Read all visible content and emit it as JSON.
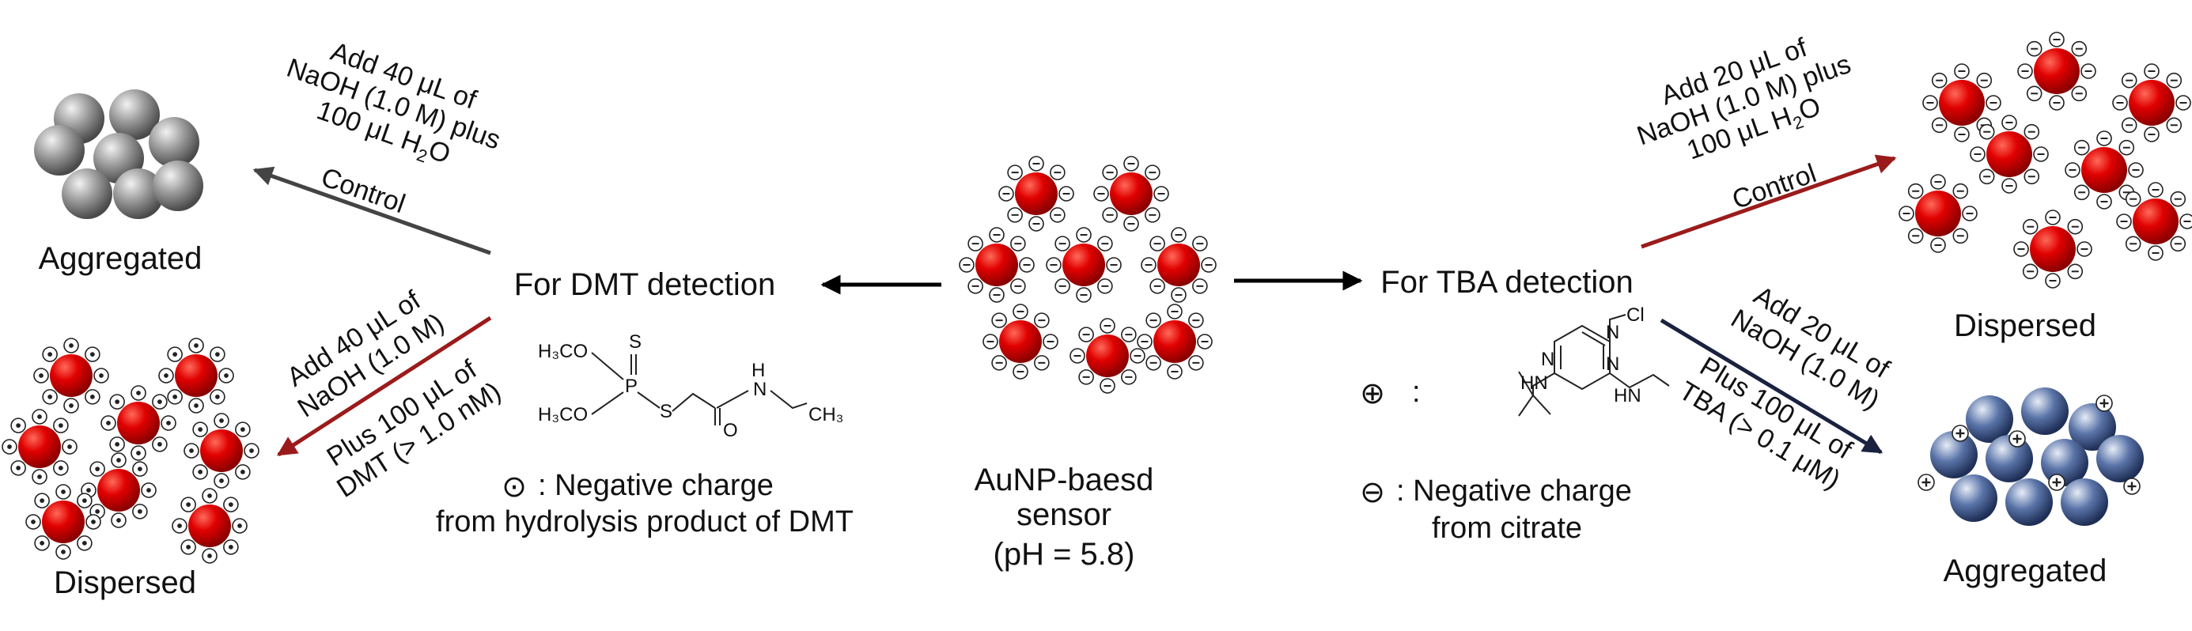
{
  "center": {
    "sensor_line1": "AuNP-baesd",
    "sensor_line2": "sensor",
    "sensor_line3": "(pH = 5.8)"
  },
  "left": {
    "branch_label": "For DMT detection",
    "top_result": "Aggregated",
    "bottom_result": "Dispersed",
    "control_arrow": {
      "line1": "Add 40 μL of",
      "line2": "NaOH (1.0 M) plus",
      "line3": "100 μL H",
      "line3_sub": "2",
      "line3_end": "O",
      "below": "Control"
    },
    "sample_arrow": {
      "line1": "Add 40 μL of",
      "line2": "NaOH (1.0 M)",
      "line3": "Plus 100 μL of",
      "line4": "DMT (> 1.0 nM)"
    },
    "legend_symbol": "⊙",
    "legend_line1": ": Negative charge",
    "legend_line2": "from hydrolysis product of DMT",
    "structure": {
      "h3co_top": "H₃CO",
      "h3co_bottom": "H₃CO",
      "p": "P",
      "s_top": "S",
      "s_chain": "S",
      "o": "O",
      "n": "N",
      "h": "H",
      "ch3": "CH₃"
    }
  },
  "right": {
    "branch_label": "For TBA detection",
    "top_result": "Dispersed",
    "bottom_result": "Aggregated",
    "control_arrow": {
      "line1": "Add 20 μL of",
      "line2": "NaOH (1.0 M) plus",
      "line3": "100 μL H",
      "line3_sub": "2",
      "line3_end": "O",
      "below": "Control"
    },
    "sample_arrow": {
      "line1": "Add 20 μL of",
      "line2": "NaOH (1.0 M)",
      "line3": "Plus 100 μL of",
      "line4": "TBA (> 0.1 μM)"
    },
    "plus_symbol": "⊕",
    "plus_colon": ":",
    "minus_symbol": "⊖",
    "legend_line1": ": Negative charge",
    "legend_line2": "from citrate",
    "structure": {
      "cl": "Cl",
      "hn_left": "HN",
      "hn_right": "HN",
      "n_top": "N",
      "n_left": "N",
      "n_right": "N"
    }
  },
  "colors": {
    "gold_np": "#dd0000",
    "gray_np": "#8a8a8a",
    "blue_np": "#34508a",
    "control_arrow_left": "#444444",
    "red_arrow": "#9b1b1b",
    "navy_arrow": "#1a2240"
  }
}
